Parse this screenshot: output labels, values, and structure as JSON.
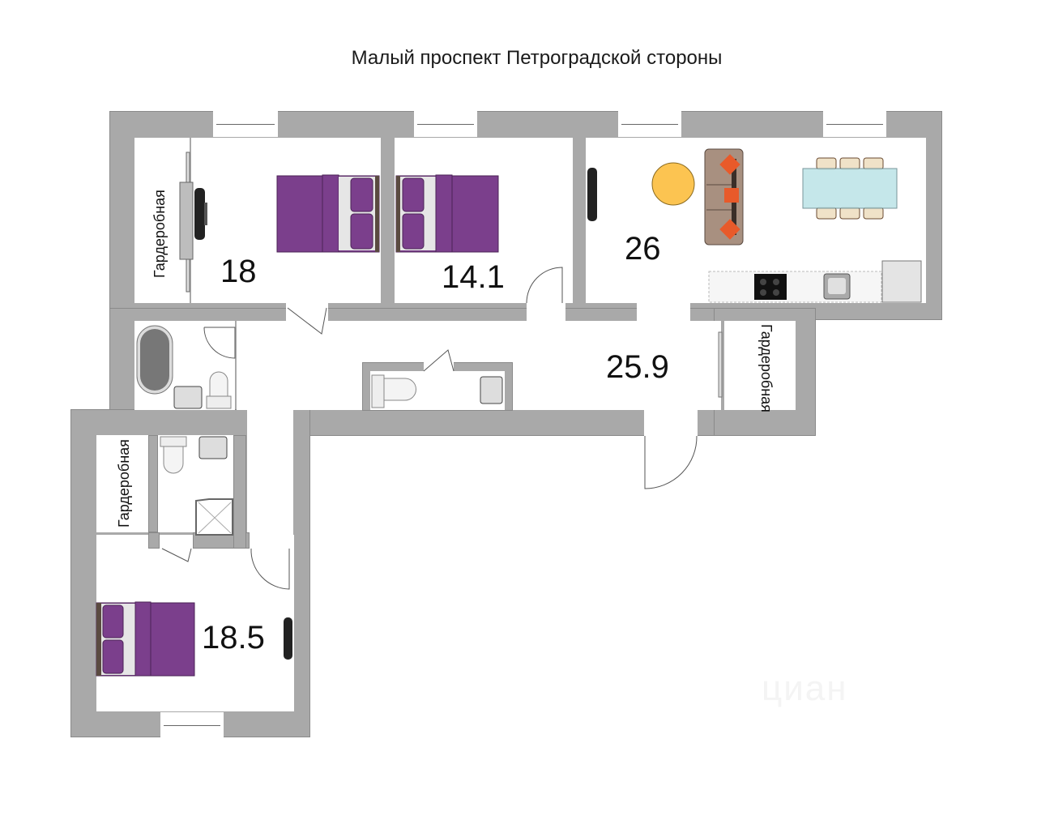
{
  "title": "Малый проспект Петроградской стороны",
  "rooms": [
    {
      "id": "bedroom-1",
      "area": "18"
    },
    {
      "id": "bedroom-2",
      "area": "14.1"
    },
    {
      "id": "living-kitchen",
      "area": "26"
    },
    {
      "id": "hallway",
      "area": "25.9"
    },
    {
      "id": "bedroom-3",
      "area": "18.5"
    }
  ],
  "labels": {
    "wardrobe_1": "Гардеробная",
    "wardrobe_2": "Гардеробная",
    "wardrobe_3": "Гардеробная"
  },
  "watermark": "циан",
  "colors": {
    "wall": "#a9a9a9",
    "bed": "#7b3f8c",
    "sofa": "#a89080",
    "pillow": "#e85a2a",
    "rug": "#fcc451",
    "table": "#bfe5e8"
  }
}
